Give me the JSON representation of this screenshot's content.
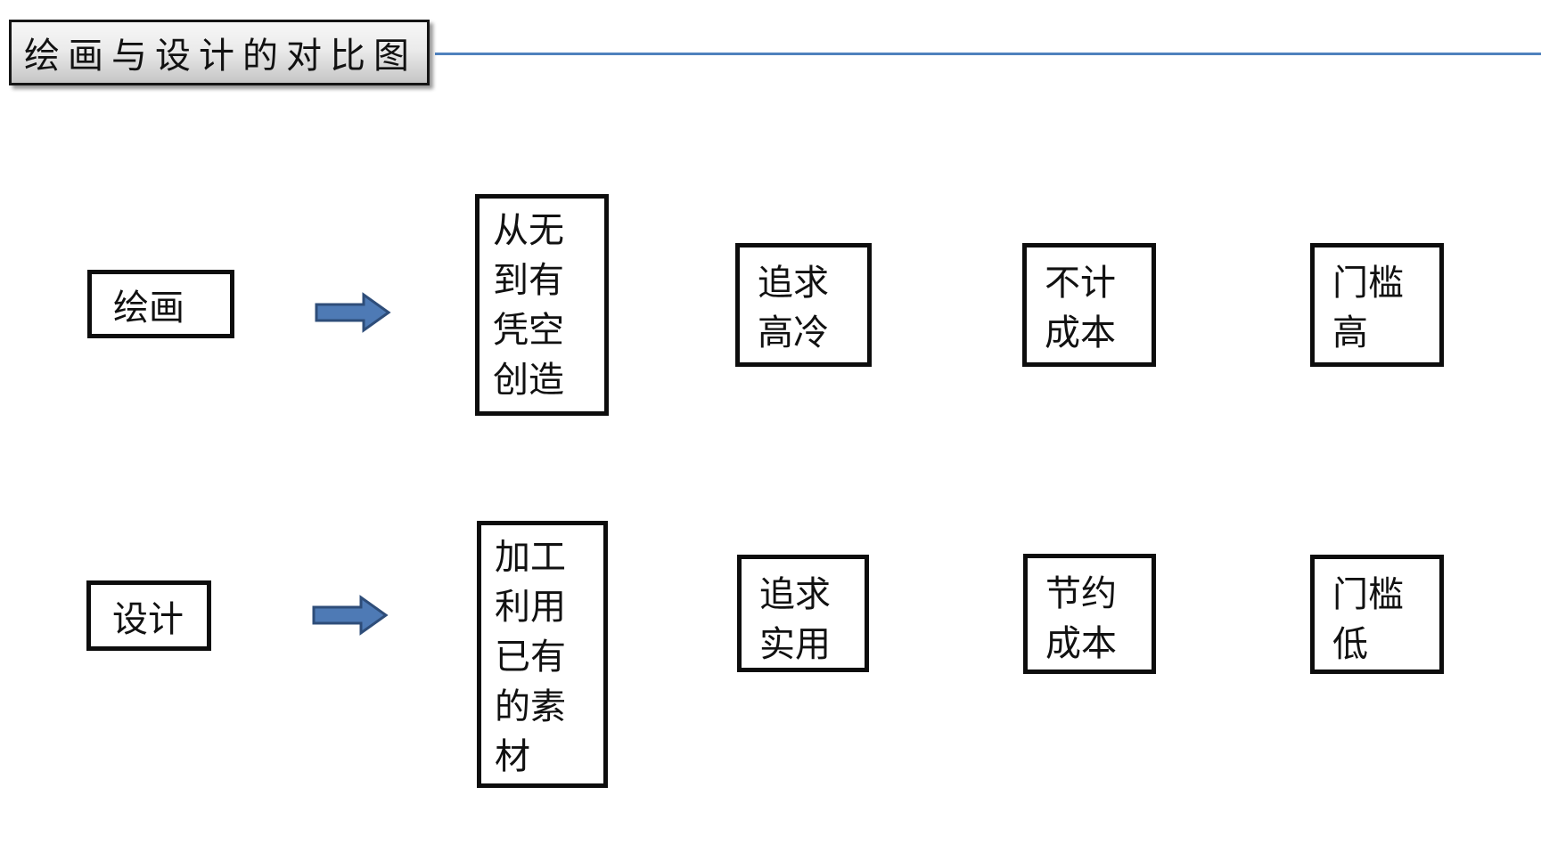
{
  "title": {
    "text": "绘画与设计的对比图"
  },
  "colors": {
    "connector_line": "#4f81bd",
    "arrow_fill": "#4e7ab5",
    "arrow_stroke": "#2e4d79",
    "box_border": "#0d0d0d",
    "title_plate_top": "#f7f7f7",
    "title_plate_bottom": "#c6c6c6"
  },
  "arrow": {
    "fill": "#4e7ab5",
    "stroke": "#2e4d79",
    "icon": "right-arrow"
  },
  "rows": [
    {
      "subject": "绘画",
      "attributes": [
        "从无到有凭空创造",
        "追求高冷",
        "不计成本",
        "门槛高"
      ]
    },
    {
      "subject": "设计",
      "attributes": [
        "加工利用已有的素材",
        "追求实用",
        "节约成本",
        "门槛低"
      ]
    }
  ]
}
